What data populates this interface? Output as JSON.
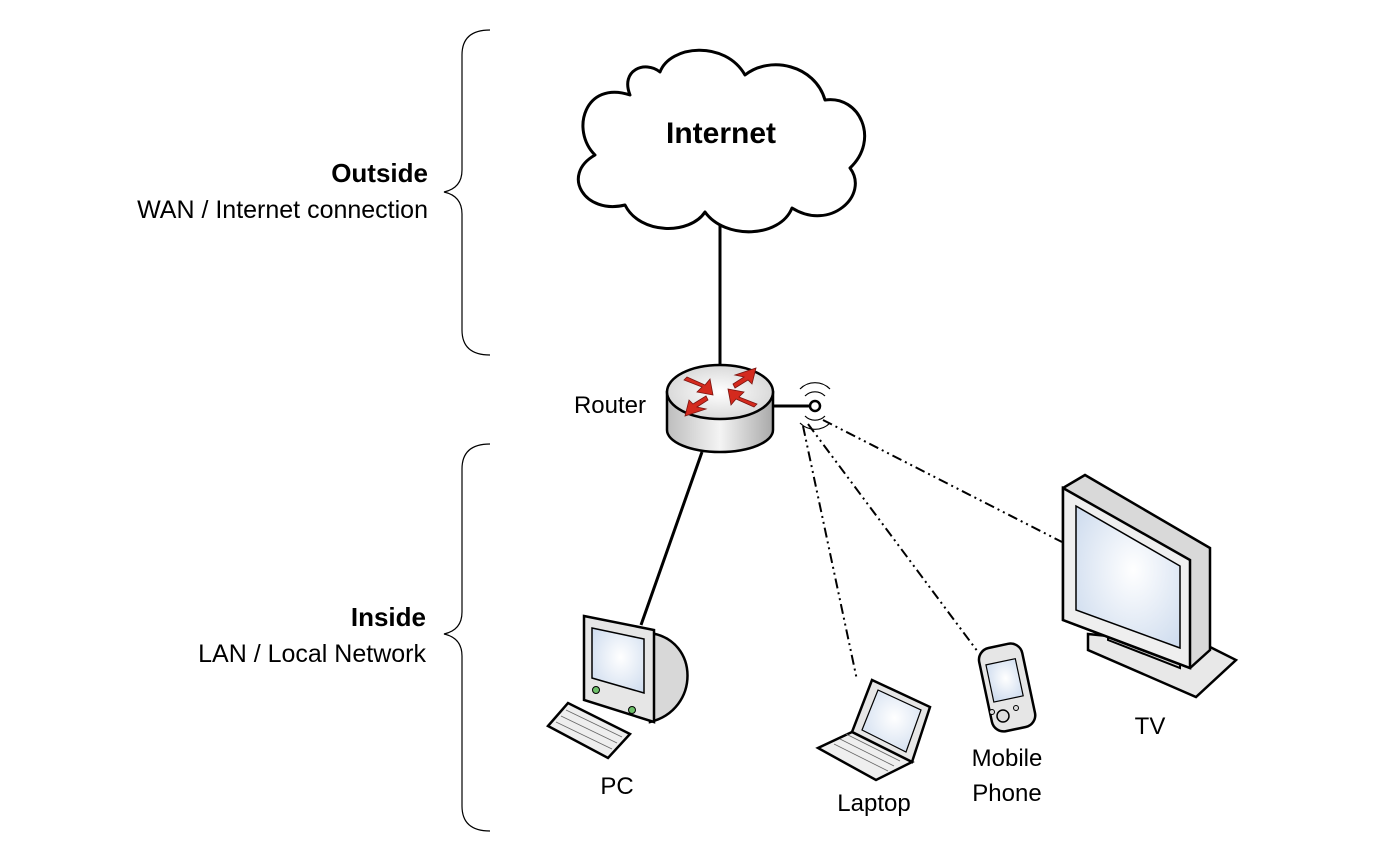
{
  "zones": {
    "outside": {
      "title": "Outside",
      "subtitle": "WAN / Internet connection",
      "color": "#d9302a"
    },
    "inside": {
      "title": "Inside",
      "subtitle": "LAN / Local Network",
      "color": "#3ba84a"
    }
  },
  "nodes": {
    "internet": {
      "label": "Internet"
    },
    "router": {
      "label": "Router"
    },
    "pc": {
      "label": "PC"
    },
    "laptop": {
      "label": "Laptop"
    },
    "phone": {
      "label_line1": "Mobile",
      "label_line2": "Phone"
    },
    "tv": {
      "label": "TV"
    }
  },
  "links": [
    {
      "from": "internet",
      "to": "router",
      "kind": "wired"
    },
    {
      "from": "router",
      "to": "pc",
      "kind": "wired"
    },
    {
      "from": "router",
      "to": "laptop",
      "kind": "wireless"
    },
    {
      "from": "router",
      "to": "phone",
      "kind": "wireless"
    },
    {
      "from": "router",
      "to": "tv",
      "kind": "wireless"
    }
  ],
  "colors": {
    "router_arrows": "#d42a1e",
    "screen": "#dfe8f5",
    "device_body": "#e6e6e6"
  }
}
